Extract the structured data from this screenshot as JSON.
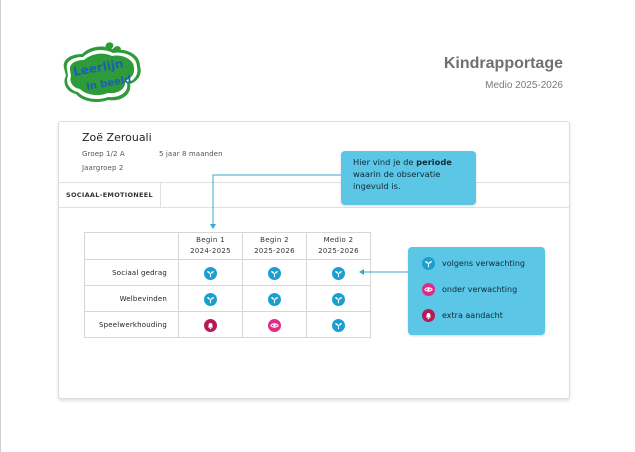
{
  "logo": {
    "line1": "Leerlijn",
    "line2": "in beeld"
  },
  "header": {
    "title": "Kindrapportage",
    "subtitle": "Medio 2025-2026"
  },
  "child": {
    "name": "Zoë Zerouali",
    "group": "Groep 1/2 A",
    "age": "5 jaar 8 maanden",
    "year_group": "Jaargroep 2"
  },
  "tabs": [
    "SOCIAAL-EMOTIONEEL"
  ],
  "table": {
    "columns": [
      {
        "line1": "Begin 1",
        "line2": "2024-2025"
      },
      {
        "line1": "Begin 2",
        "line2": "2025-2026"
      },
      {
        "line1": "Medio 2",
        "line2": "2025-2026"
      }
    ],
    "rows": [
      {
        "label": "Sociaal gedrag",
        "marks": [
          "volgens",
          "volgens",
          "volgens"
        ]
      },
      {
        "label": "Welbevinden",
        "marks": [
          "volgens",
          "volgens",
          "volgens"
        ]
      },
      {
        "label": "Speelwerkhouding",
        "marks": [
          "extra",
          "onder",
          "volgens"
        ]
      }
    ]
  },
  "callout_period": {
    "before": "Hier vind je de ",
    "bold": "periode",
    "after": " waarin de observatie ingevuld is."
  },
  "legend": [
    {
      "key": "volgens",
      "label": "volgens verwachting",
      "icon": "sprout-icon",
      "color": "#1aa0d0"
    },
    {
      "key": "onder",
      "label": "onder verwachting",
      "icon": "eye-icon",
      "color": "#e02a86"
    },
    {
      "key": "extra",
      "label": "extra aandacht",
      "icon": "bell-icon",
      "color": "#b61a57"
    }
  ],
  "colors": {
    "callout": "#5bc6e6",
    "logo_green": "#2e9b3a",
    "logo_blue": "#1a5fb4"
  }
}
